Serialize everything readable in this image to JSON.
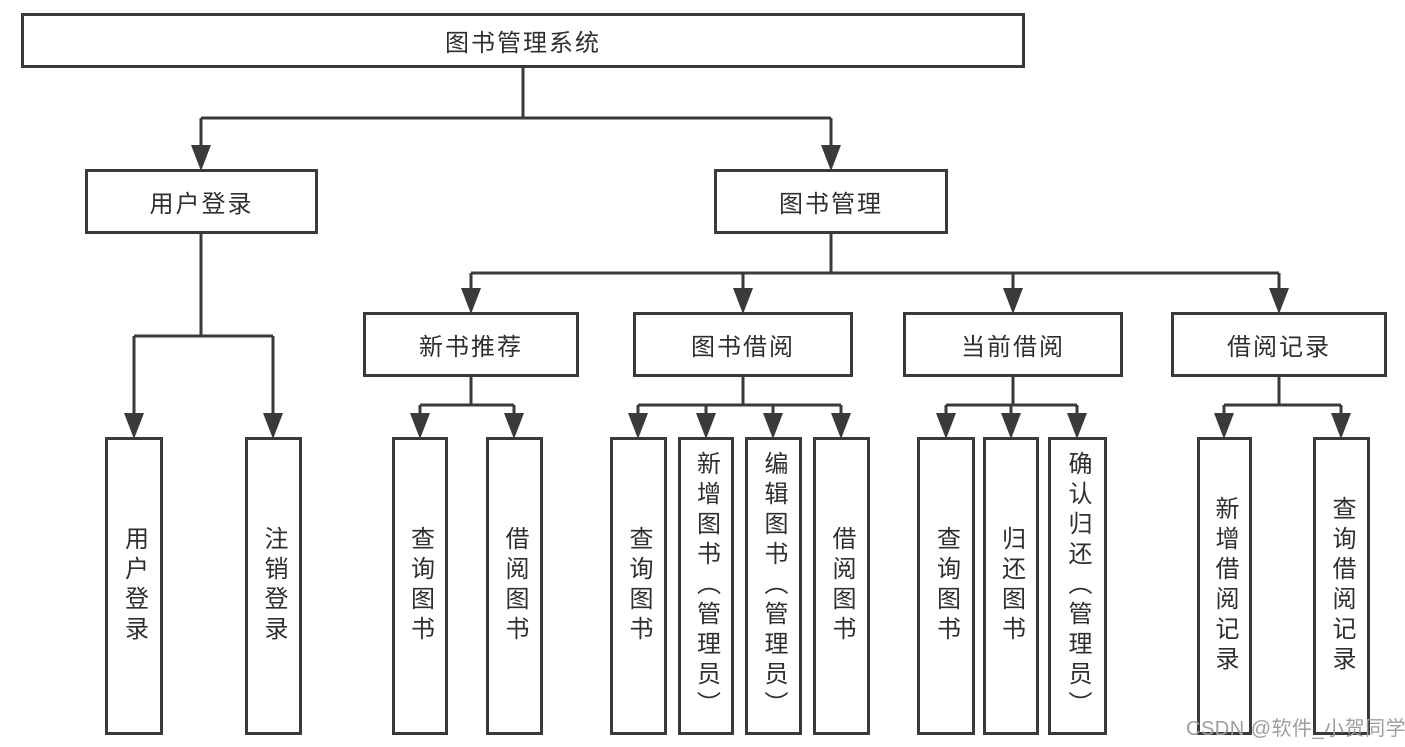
{
  "diagram_title": "图书管理系统",
  "tree": {
    "root": {
      "label": "图书管理系统"
    },
    "branches": [
      {
        "label": "用户登录",
        "children": [
          {
            "label": "用户登录"
          },
          {
            "label": "注销登录"
          }
        ]
      },
      {
        "label": "图书管理",
        "children": [
          {
            "label": "新书推荐",
            "children": [
              {
                "label": "查询图书"
              },
              {
                "label": "借阅图书"
              }
            ]
          },
          {
            "label": "图书借阅",
            "children": [
              {
                "label": "查询图书"
              },
              {
                "label": "新增图书（管理员）"
              },
              {
                "label": "编辑图书（管理员）"
              },
              {
                "label": "借阅图书"
              }
            ]
          },
          {
            "label": "当前借阅",
            "children": [
              {
                "label": "查询图书"
              },
              {
                "label": "归还图书"
              },
              {
                "label": "确认归还（管理员）"
              }
            ]
          },
          {
            "label": "借阅记录",
            "children": [
              {
                "label": "新增借阅记录"
              },
              {
                "label": "查询借阅记录"
              }
            ]
          }
        ]
      }
    ]
  },
  "watermark": {
    "text": "CSDN @软件_小贺同学"
  },
  "colors": {
    "line": "#3a3a3a",
    "box_border": "#3a3a3a",
    "box_fill": "#ffffff",
    "text": "#2f2f2f",
    "watermark": "#9e9e9e",
    "background": "#ffffff"
  }
}
